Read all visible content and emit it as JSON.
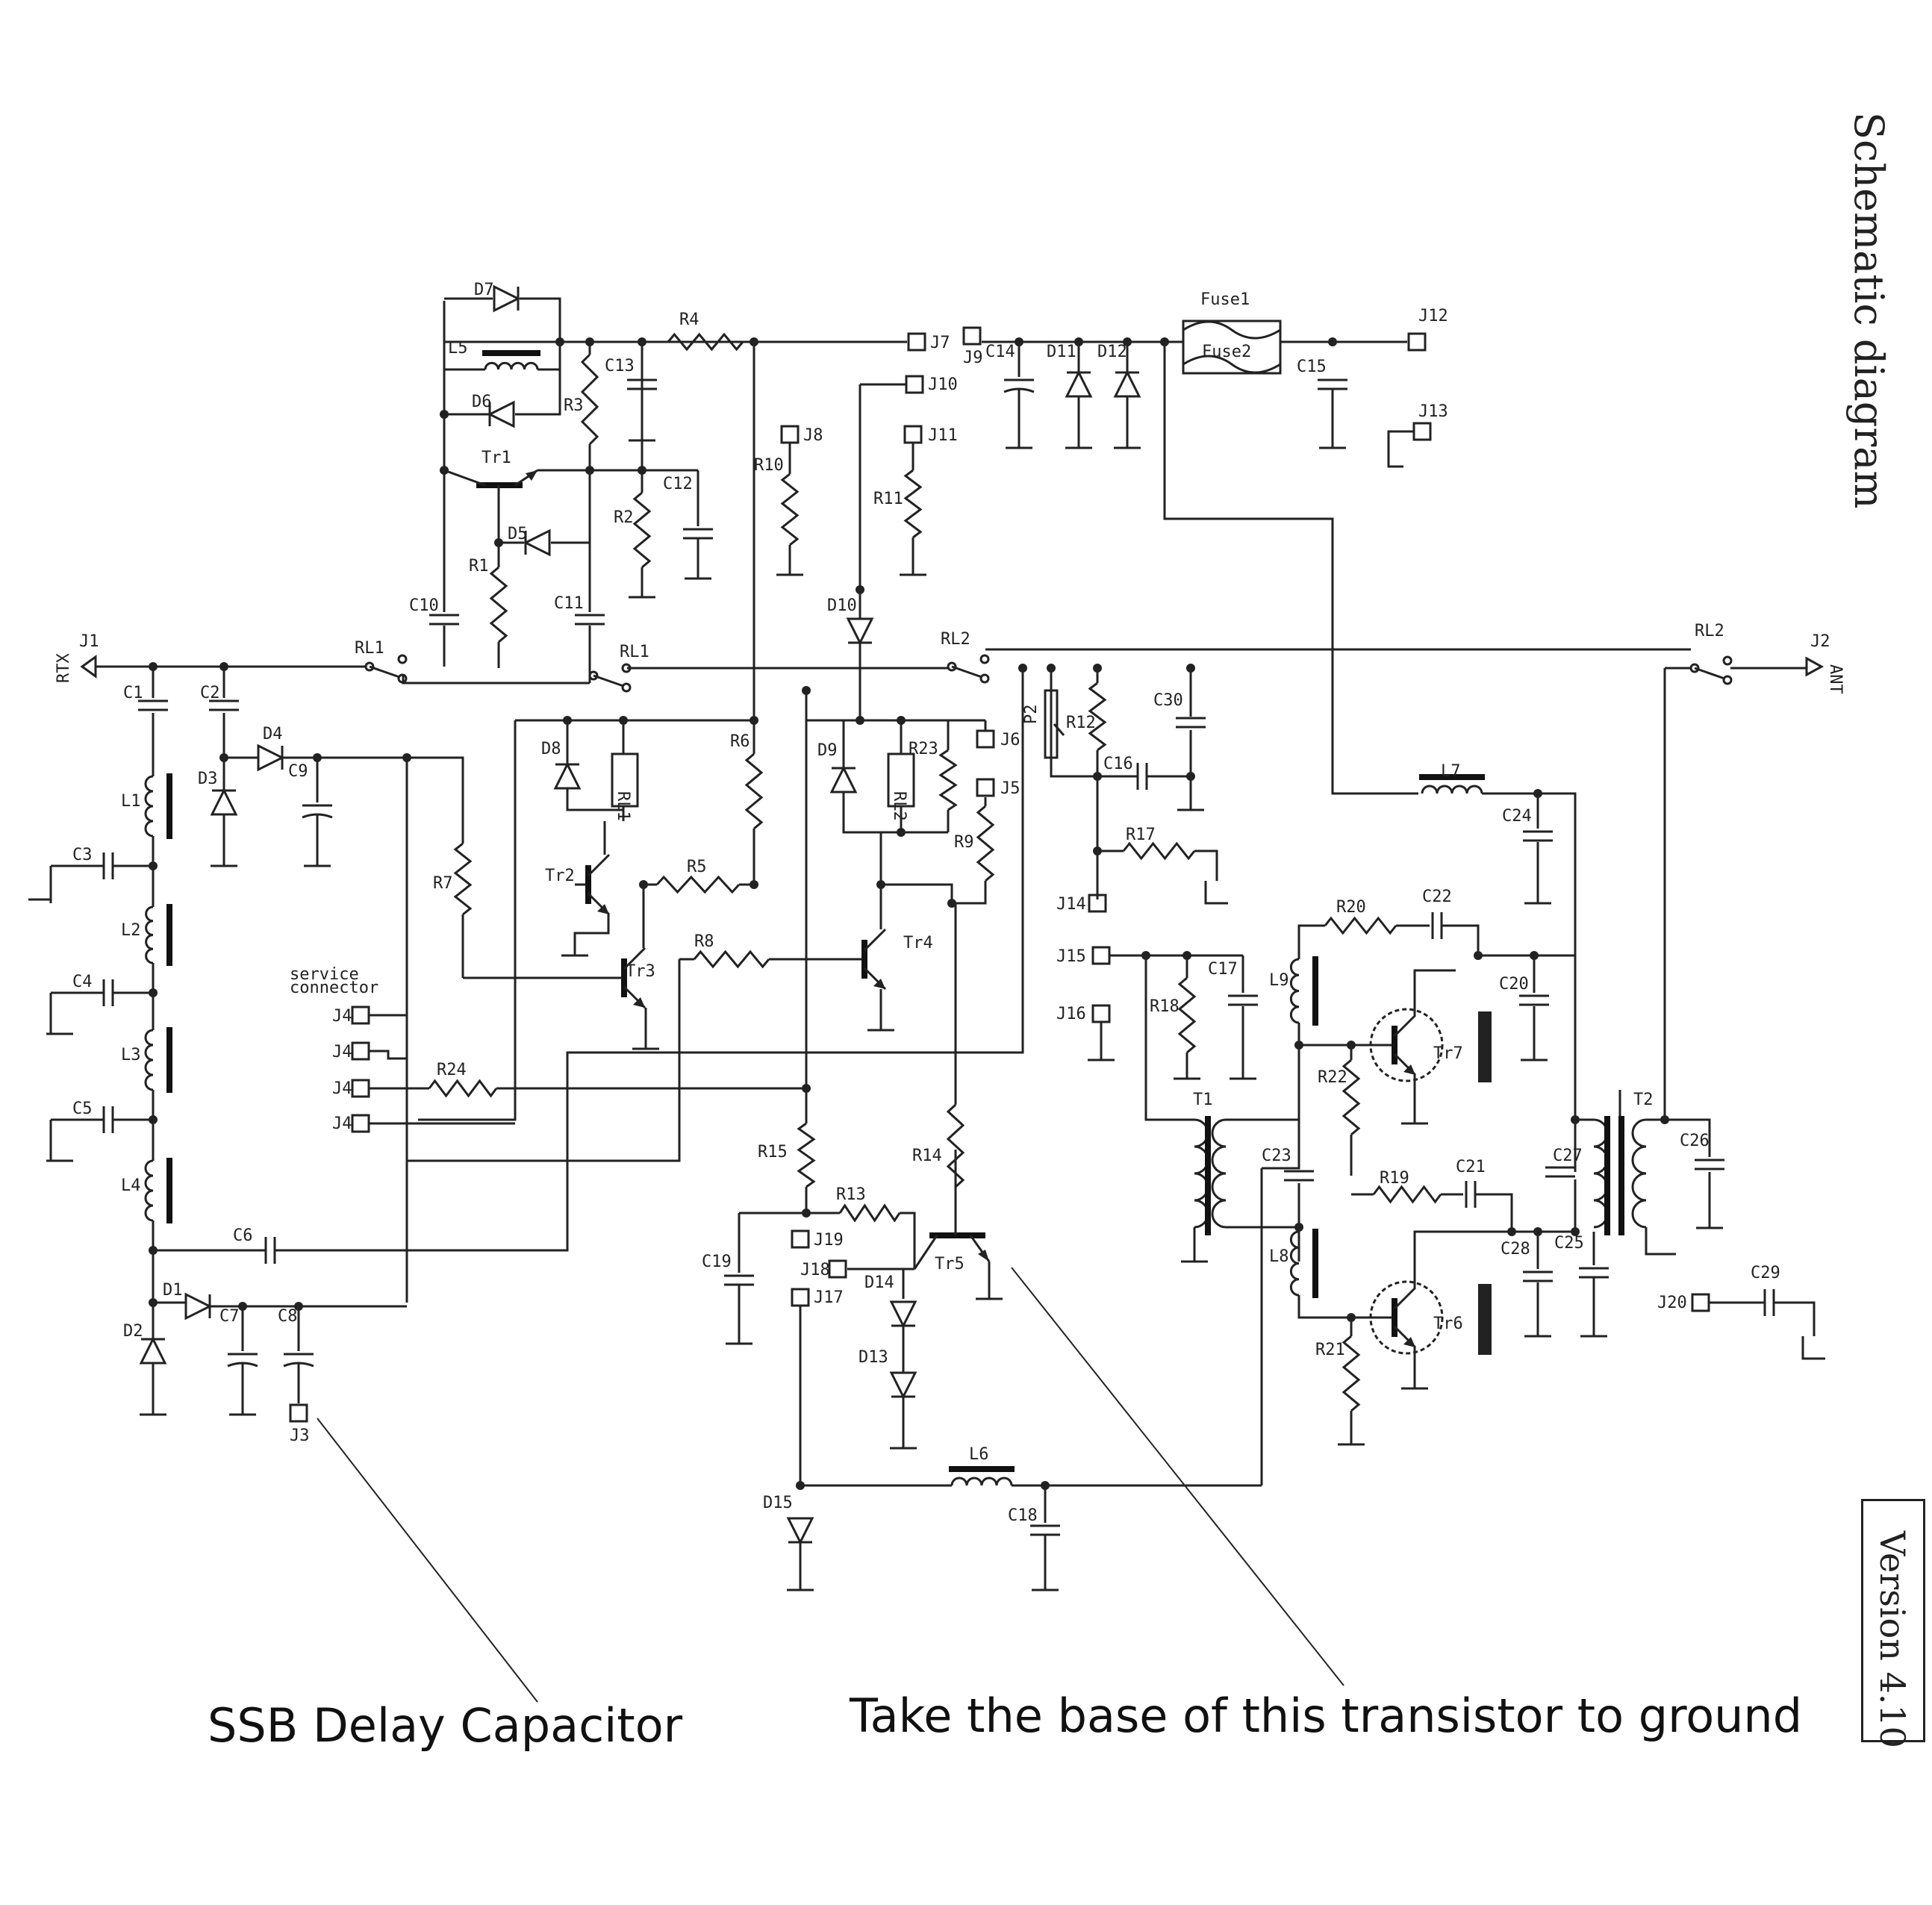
{
  "title": "Schematic diagram",
  "version": "Version 4.10",
  "annotations": {
    "ssb": "SSB Delay Capacitor",
    "transistor": "Take the base of this transistor to ground"
  },
  "labels": {
    "J1": "J1",
    "RTX": "RTX",
    "J2": "J2",
    "ANT": "ANT",
    "C1": "C1",
    "C2": "C2",
    "C3": "C3",
    "C4": "C4",
    "C5": "C5",
    "C6": "C6",
    "C7": "C7",
    "C8": "C8",
    "C9": "C9",
    "C10": "C10",
    "C11": "C11",
    "C12": "C12",
    "C13": "C13",
    "C14": "C14",
    "C15": "C15",
    "C16": "C16",
    "C17": "C17",
    "C18": "C18",
    "C19": "C19",
    "C20": "C20",
    "C21": "C21",
    "C22": "C22",
    "C23": "C23",
    "C24": "C24",
    "C25": "C25",
    "C26": "C26",
    "C27": "C27",
    "C28": "C28",
    "C29": "C29",
    "C30": "C30",
    "L1": "L1",
    "L2": "L2",
    "L3": "L3",
    "L4": "L4",
    "L5": "L5",
    "L6": "L6",
    "L7": "L7",
    "L8": "L8",
    "L9": "L9",
    "D1": "D1",
    "D2": "D2",
    "D3": "D3",
    "D4": "D4",
    "D5": "D5",
    "D6": "D6",
    "D7": "D7",
    "D8": "D8",
    "D9": "D9",
    "D10": "D10",
    "D11": "D11",
    "D12": "D12",
    "D13": "D13",
    "D14": "D14",
    "D15": "D15",
    "R1": "R1",
    "R2": "R2",
    "R3": "R3",
    "R4": "R4",
    "R5": "R5",
    "R6": "R6",
    "R7": "R7",
    "R8": "R8",
    "R9": "R9",
    "R10": "R10",
    "R11": "R11",
    "R12": "R12",
    "R13": "R13",
    "R14": "R14",
    "R15": "R15",
    "R17": "R17",
    "R18": "R18",
    "R19": "R19",
    "R20": "R20",
    "R21": "R21",
    "R22": "R22",
    "R23": "R23",
    "R24": "R24",
    "Tr1": "Tr1",
    "Tr2": "Tr2",
    "Tr3": "Tr3",
    "Tr4": "Tr4",
    "Tr5": "Tr5",
    "Tr6": "Tr6",
    "Tr7": "Tr7",
    "RL1": "RL1",
    "RL2": "RL2",
    "P2": "P2",
    "T1": "T1",
    "T2": "T2",
    "Fuse1": "Fuse1",
    "Fuse2": "Fuse2",
    "J3": "J3",
    "J4": "J4",
    "J5": "J5",
    "J6": "J6",
    "J7": "J7",
    "J8": "J8",
    "J9": "J9",
    "J10": "J10",
    "J11": "J11",
    "J12": "J12",
    "J13": "J13",
    "J14": "J14",
    "J15": "J15",
    "J16": "J16",
    "J17": "J17",
    "J18": "J18",
    "J19": "J19",
    "J20": "J20",
    "service1": "service",
    "service2": "connector"
  }
}
